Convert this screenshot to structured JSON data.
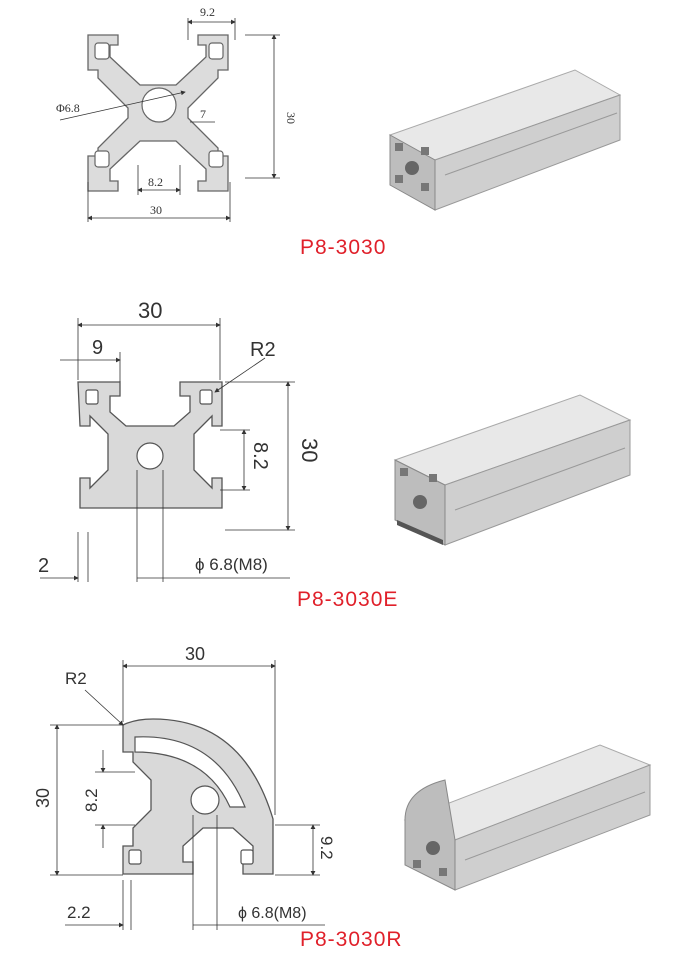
{
  "profiles": [
    {
      "name": "P8-3030",
      "dims": {
        "top_slot": "9.2",
        "height": "30",
        "bore": "Φ6.8",
        "web": "7",
        "bottom_slot": "8.2",
        "width": "30"
      }
    },
    {
      "name": "P8-3030E",
      "dims": {
        "width": "30",
        "slot": "9",
        "radius": "R2",
        "height": "30",
        "inner": "8.2",
        "wall": "2",
        "bore": "ϕ 6.8(M8)"
      }
    },
    {
      "name": "P8-3030R",
      "dims": {
        "width": "30",
        "radius": "R2",
        "height": "30",
        "inner": "8.2",
        "side": "9.2",
        "wall": "2.2",
        "bore": "ϕ 6.8(M8)"
      }
    }
  ],
  "colors": {
    "caption": "#e0202a",
    "profile_fill": "#d9d9d9",
    "profile_stroke": "#555555",
    "dim_line": "#333333"
  }
}
